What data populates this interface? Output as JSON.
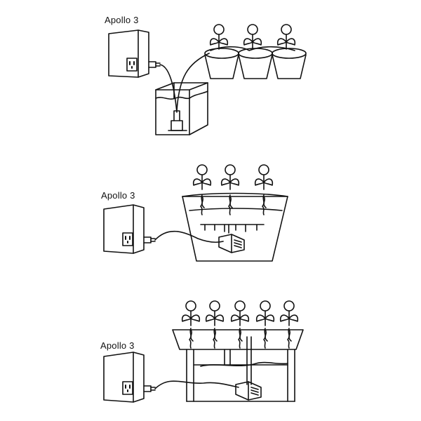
{
  "panels": [
    {
      "device_label": "Apollo 3",
      "setup": "reservoir-pump-to-pots"
    },
    {
      "device_label": "Apollo 3",
      "setup": "submerged-pump-in-basin"
    },
    {
      "device_label": "Apollo 3",
      "setup": "raft-over-reservoir-pump"
    }
  ]
}
